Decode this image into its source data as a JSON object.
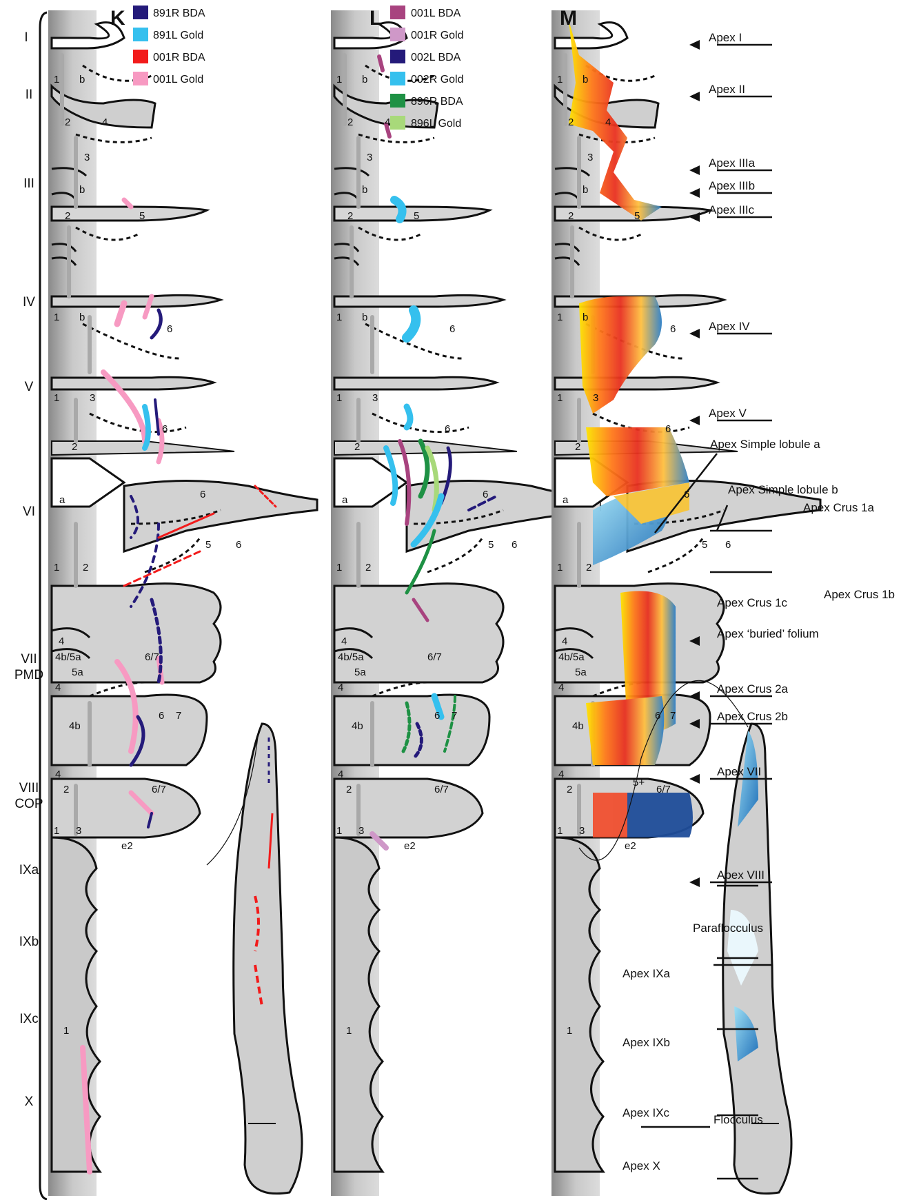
{
  "panels": [
    {
      "letter": "K",
      "legend": [
        {
          "label": "891R BDA",
          "color": "#241a7a"
        },
        {
          "label": "891L Gold",
          "color": "#35c0ee"
        },
        {
          "label": "001R BDA",
          "color": "#f21b1b"
        },
        {
          "label": "001L Gold",
          "color": "#f79ac2"
        }
      ]
    },
    {
      "letter": "L",
      "legend": [
        {
          "label": "001L BDA",
          "color": "#a8437f"
        },
        {
          "label": "001R Gold",
          "color": "#cf98c8"
        },
        {
          "label": "002L BDA",
          "color": "#241a7a"
        },
        {
          "label": "002R Gold",
          "color": "#35c0ee"
        },
        {
          "label": "896R BDA",
          "color": "#1e9144"
        },
        {
          "label": "896L Gold",
          "color": "#a8d97a"
        }
      ]
    },
    {
      "letter": "M",
      "legend": []
    }
  ],
  "lobules": [
    "I",
    "II",
    "III",
    "IV",
    "V",
    "VI",
    "VII",
    "PMD",
    "VIII",
    "COP",
    "IXa",
    "IXb",
    "IXc",
    "X"
  ],
  "folium_labels": {
    "one": "1",
    "two": "2",
    "three": "3",
    "four": "4",
    "five": "5",
    "six": "6",
    "b": "b",
    "a": "a",
    "six_seven": "6/7",
    "seven": "7",
    "five_a": "5a",
    "four_b": "4b",
    "four_b_five_a": "4b/5a",
    "e2": "e2",
    "five_plus": "5+"
  },
  "apex_labels": {
    "I": "Apex I",
    "II": "Apex II",
    "IIIa": "Apex IIIa",
    "IIIb": "Apex IIIb",
    "IIIc": "Apex IIIc",
    "IV": "Apex IV",
    "V": "Apex V",
    "simple_a": "Apex Simple lobule a",
    "simple_b": "Apex Simple lobule b",
    "crus1a": "Apex Crus 1a",
    "crus1b": "Apex Crus 1b",
    "crus1c": "Apex Crus 1c",
    "buried": "Apex ‘buried’ folium",
    "crus2a": "Apex Crus 2a",
    "crus2b": "Apex Crus 2b",
    "VII": "Apex VII",
    "VIII": "Apex VIII",
    "paraflocculus": "Paraflocculus",
    "IXa": "Apex IXa",
    "IXb": "Apex IXb",
    "IXc": "Apex IXc",
    "flocculus": "Flocculus",
    "X": "Apex X"
  },
  "colors": {
    "outline": "#111111",
    "strip_light": "#c8c8c8",
    "strip_dark": "#8e8e8e",
    "body_fill": "#d2d2d2"
  }
}
